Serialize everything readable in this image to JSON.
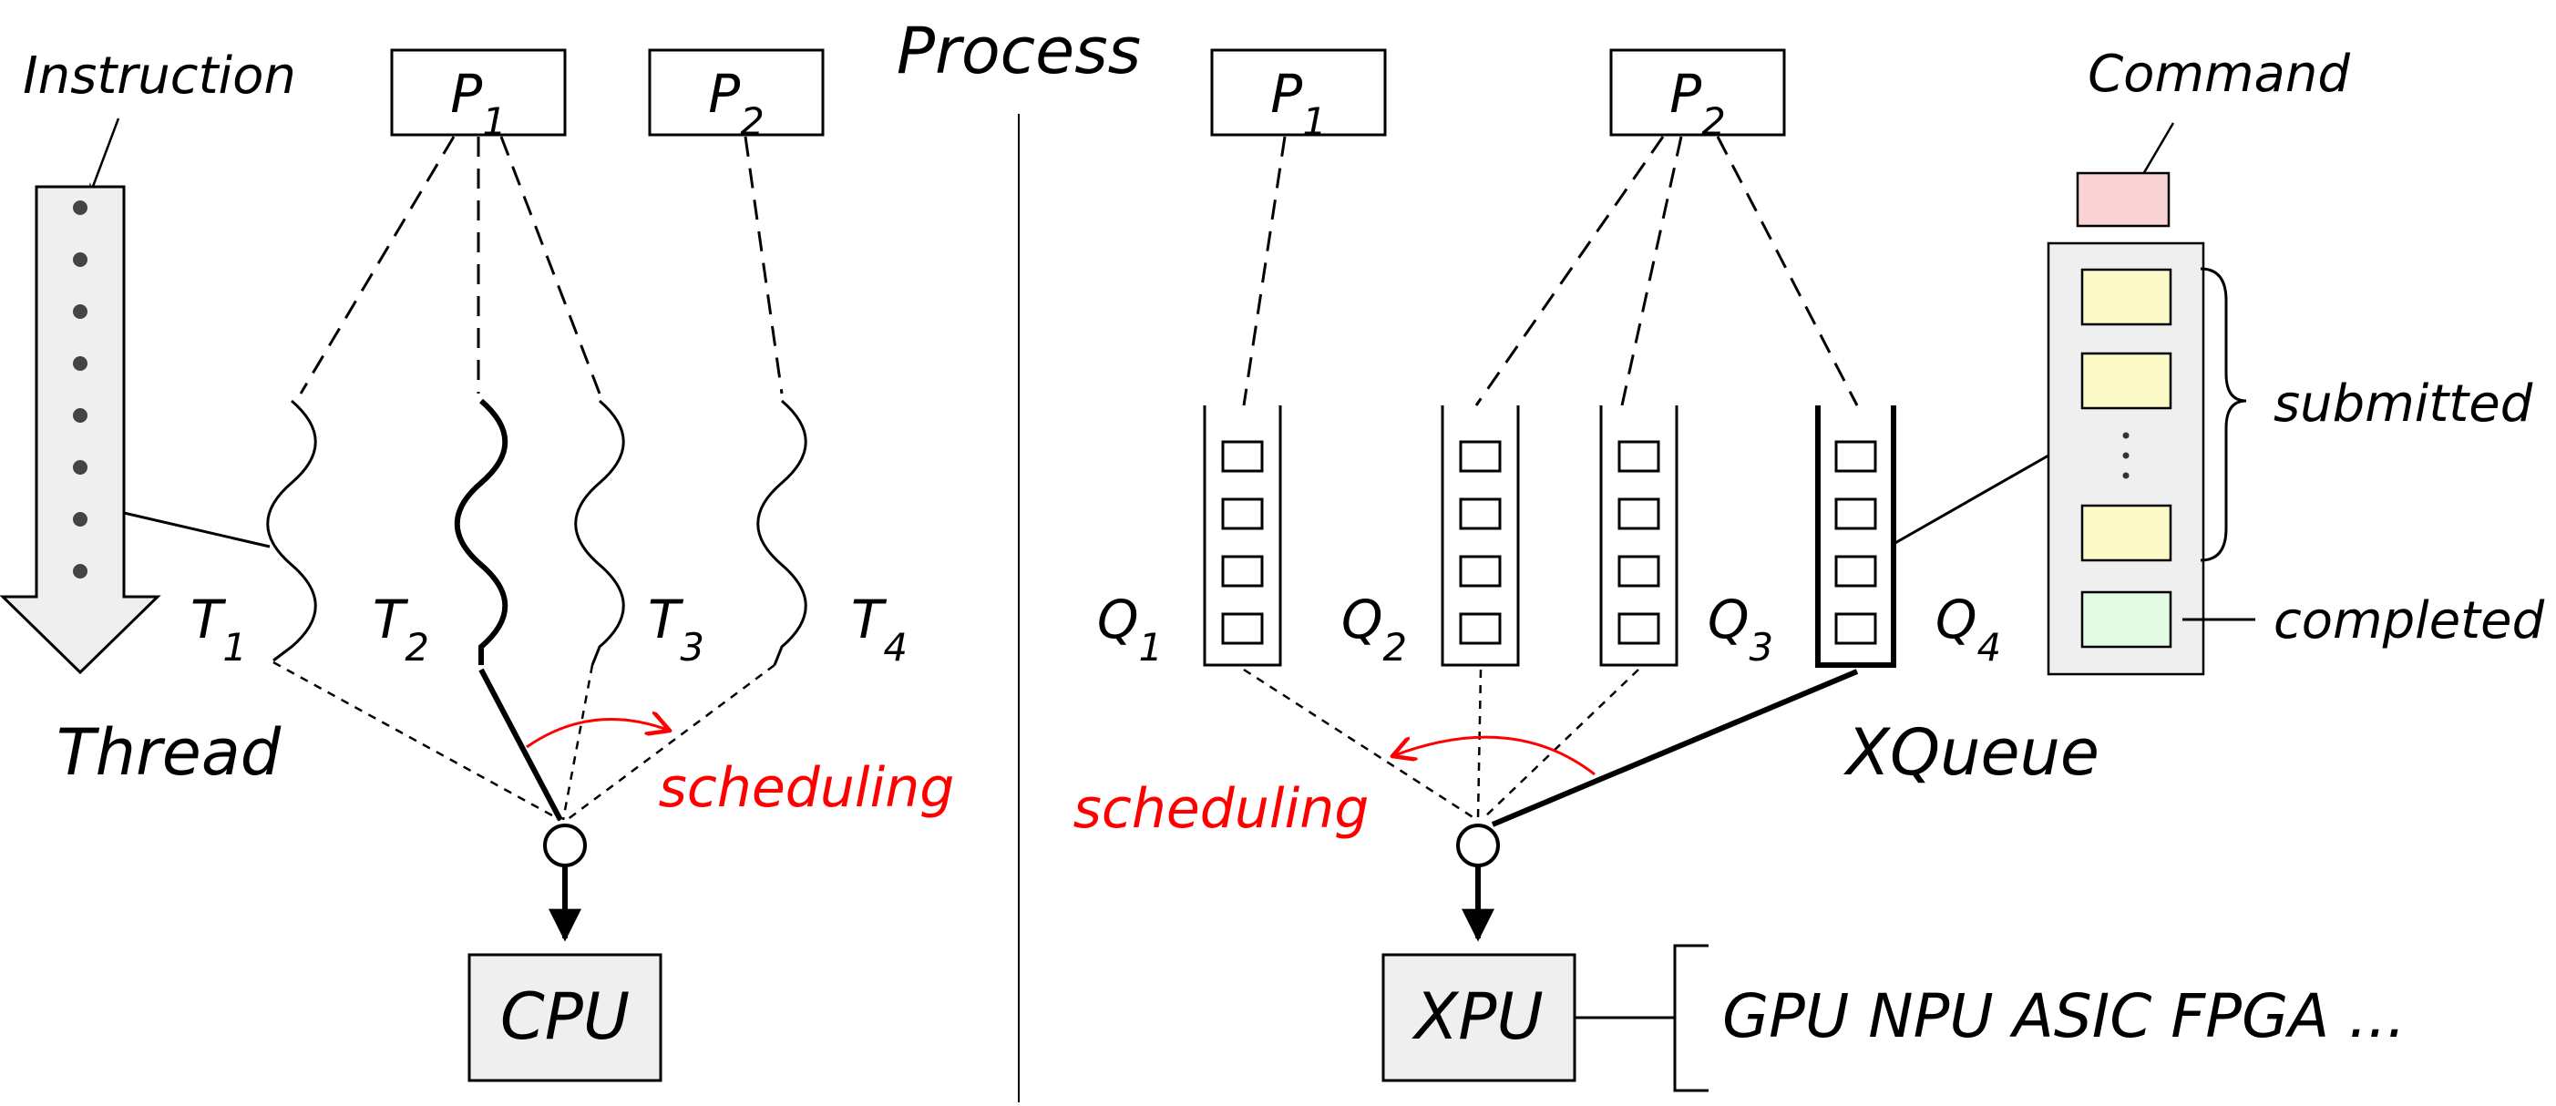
{
  "center": {
    "title": "Process"
  },
  "left": {
    "instruction_label": "Instruction",
    "thread_label": "Thread",
    "processes": [
      "P1",
      "P2"
    ],
    "threads": [
      "T1",
      "T2",
      "T3",
      "T4"
    ],
    "scheduling_label": "scheduling",
    "cpu_label": "CPU"
  },
  "right": {
    "processes": [
      "P1",
      "P2"
    ],
    "queues": [
      "Q1",
      "Q2",
      "Q3",
      "Q4"
    ],
    "xqueue_label": "XQueue",
    "command_label": "Command",
    "submitted_label": "submitted",
    "completed_label": "completed",
    "scheduling_label": "scheduling",
    "xpu_label": "XPU",
    "devices_label": "GPU NPU ASIC FPGA ..."
  },
  "colors": {
    "accent_red": "#ff0000",
    "gray_fill": "#efefef",
    "command_fill": "#f9d3d3",
    "submitted_fill": "#fcfbc8",
    "completed_fill": "#e2fbe2"
  }
}
